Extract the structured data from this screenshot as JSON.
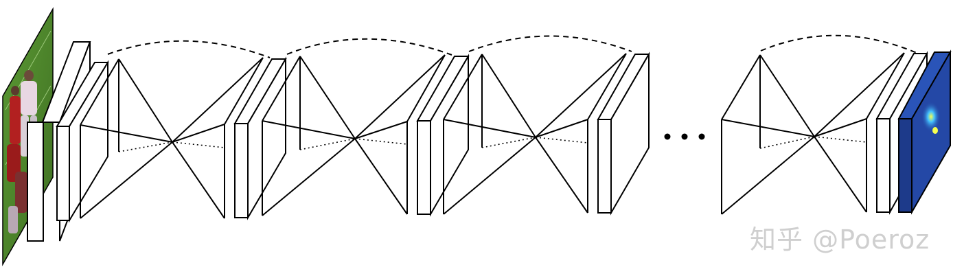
{
  "diagram": {
    "type": "stacked-hourglass-network",
    "stack_count_shown": 4,
    "has_ellipsis": true,
    "input_image": "photo-of-football-players-icon",
    "output_image": "blue-heatmap-icon",
    "skip_connection_style": "dashed-arc",
    "colors": {
      "stroke": "#000000",
      "input_field": "#4e8a2c",
      "output_fill": "#2448a6",
      "output_highlight": "#f6ff50"
    }
  },
  "watermark": {
    "text": "知乎 @Poeroz"
  }
}
